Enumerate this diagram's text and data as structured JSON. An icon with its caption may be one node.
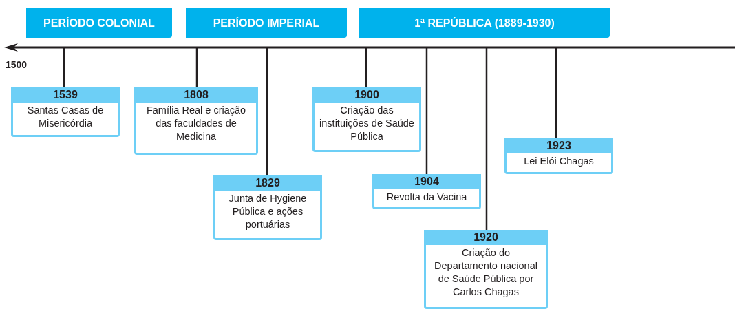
{
  "diagram": {
    "nodes": [
      {
        "text": [
          "PERÍODO COLONIAL"
        ]
      },
      {
        "text": [
          "PERÍODO IMPERIAL"
        ]
      },
      {
        "text": [
          "1ª REPÚBLICA (1889-1930)"
        ]
      },
      {
        "text": [],
        "shape": "bar"
      },
      {
        "text": [
          "1539",
          "Santas Casas de Misericórdia"
        ]
      },
      {
        "text": [
          "1808",
          "Família Real e criação das faculdades de Medicina"
        ]
      },
      {
        "text": [
          "1829",
          "Junta de Hygiene Pública e ações portuárias"
        ]
      },
      {
        "text": [
          "1900",
          "Criação das instituições de Saúde Pública"
        ]
      },
      {
        "text": [
          "1904",
          "Revolta da Vacina"
        ]
      },
      {
        "text": [
          "1920",
          "Criação do Departamento nacional de Saúde Pública por Carlos Chagas"
        ]
      },
      {
        "text": [
          "1923",
          "Lei Elói Chagas"
        ]
      }
    ],
    "edges": [
      {
        "from": 3,
        "to": 4,
        "arrow": "none"
      },
      {
        "from": 3,
        "to": 5,
        "arrow": "none"
      },
      {
        "from": 3,
        "to": 6,
        "arrow": "none"
      },
      {
        "from": 3,
        "to": 7,
        "arrow": "none"
      },
      {
        "from": 3,
        "to": 8,
        "arrow": "none"
      },
      {
        "from": 3,
        "to": 9,
        "arrow": "none"
      },
      {
        "from": 3,
        "to": 10,
        "arrow": "none"
      }
    ],
    "labels": [
      "1500"
    ]
  }
}
